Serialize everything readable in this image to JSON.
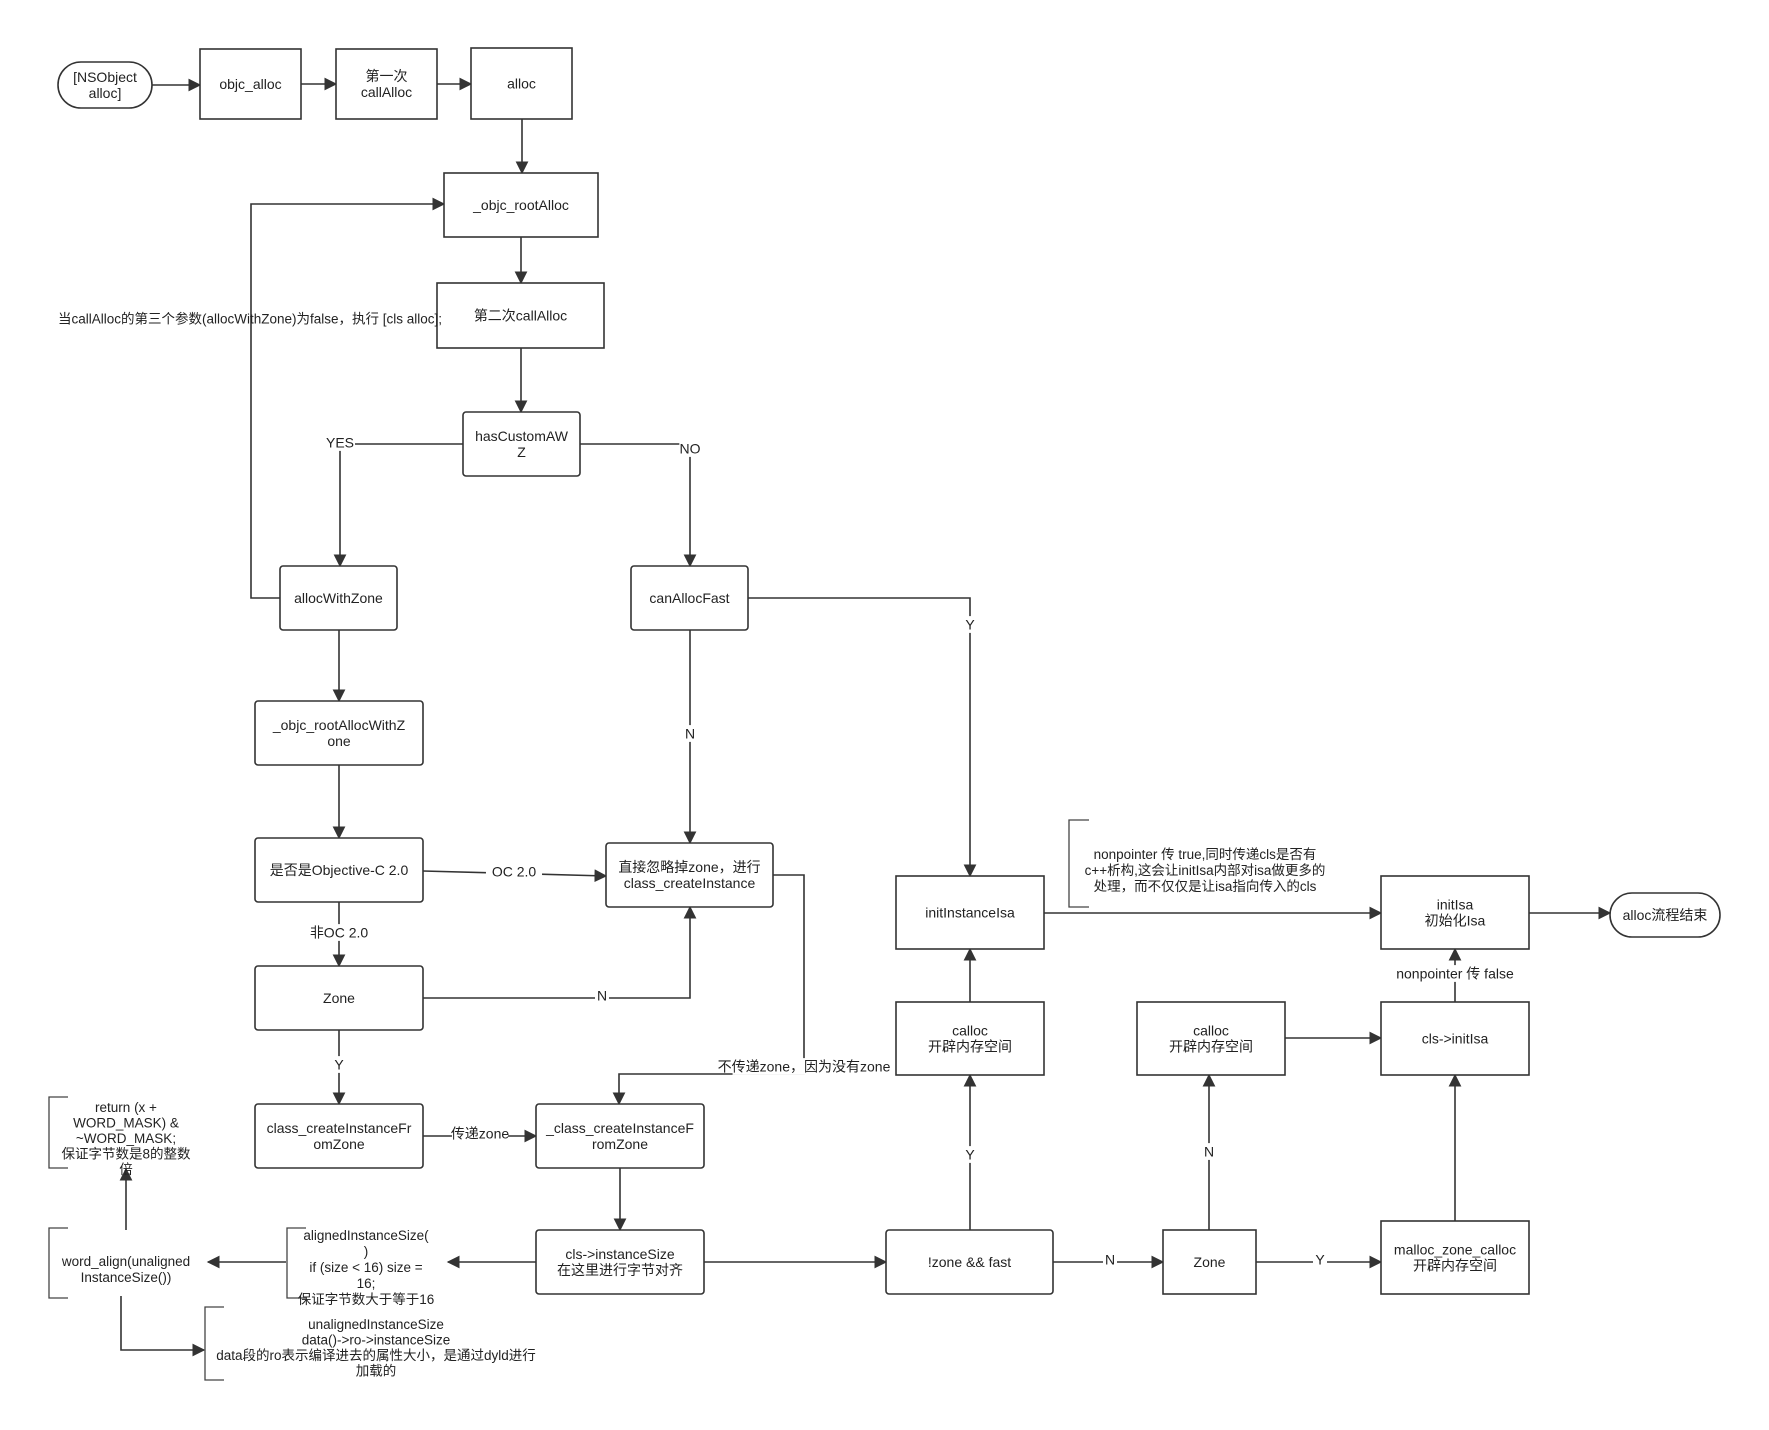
{
  "nodes": {
    "nsobject_alloc": {
      "lines": [
        "[NSObject",
        "alloc]"
      ]
    },
    "objc_alloc": {
      "lines": [
        "objc_alloc"
      ]
    },
    "first_callalloc": {
      "lines": [
        "第一次",
        "callAlloc"
      ]
    },
    "alloc": {
      "lines": [
        "alloc"
      ]
    },
    "objc_rootalloc": {
      "lines": [
        "_objc_rootAlloc"
      ]
    },
    "second_callalloc": {
      "lines": [
        "第二次callAlloc"
      ]
    },
    "hascustomawz": {
      "lines": [
        "hasCustomAW",
        "Z"
      ]
    },
    "allocwithzone": {
      "lines": [
        "allocWithZone"
      ]
    },
    "canallocfast": {
      "lines": [
        "canAllocFast"
      ]
    },
    "objc_rootallocwithzone": {
      "lines": [
        "_objc_rootAllocWithZ",
        "one"
      ]
    },
    "is_objc2": {
      "lines": [
        "是否是Objective-C 2.0"
      ]
    },
    "ignore_zone": {
      "lines": [
        "直接忽略掉zone，进行",
        "class_createInstance"
      ]
    },
    "zone_left": {
      "lines": [
        "Zone"
      ]
    },
    "class_createinstancefromzone": {
      "lines": [
        "class_createInstanceFr",
        "omZone"
      ]
    },
    "_class_createinstancefromzone": {
      "lines": [
        "_class_createInstanceF",
        "romZone"
      ]
    },
    "cls_instancesize": {
      "lines": [
        "cls->instanceSize",
        "在这里进行字节对齐"
      ]
    },
    "not_zone_fast": {
      "lines": [
        "!zone  &&  fast"
      ]
    },
    "zone_bottom": {
      "lines": [
        "Zone"
      ]
    },
    "malloc_zone_calloc": {
      "lines": [
        "malloc_zone_calloc",
        "开辟内存空间"
      ]
    },
    "calloc_mid": {
      "lines": [
        "calloc",
        "开辟内存空间"
      ]
    },
    "calloc_right": {
      "lines": [
        "calloc",
        "开辟内存空间"
      ]
    },
    "cls_initisa": {
      "lines": [
        "cls->initIsa"
      ]
    },
    "initinstanceisa": {
      "lines": [
        "initInstanceIsa"
      ]
    },
    "initisa": {
      "lines": [
        "initIsa",
        "初始化Isa"
      ]
    },
    "alloc_end": {
      "lines": [
        "alloc流程结束"
      ]
    }
  },
  "edge_labels": {
    "callalloc_note": "当callAlloc的第三个参数(allocWithZone)为false，执行 [cls alloc];",
    "yes": "YES",
    "no": "NO",
    "y_fast": "Y",
    "n_fast": "N",
    "oc20": "OC 2.0",
    "non_oc20": "非OC 2.0",
    "n_zone": "N",
    "y_zone": "Y",
    "pass_zone": "传递zone",
    "no_pass_zone": "不传递zone，因为没有zone",
    "y_calloc": "Y",
    "n_zone_bottom": "N",
    "n_calloc_right": "N",
    "y_malloc": "Y",
    "nonpointer_false": "nonpointer 传 false"
  },
  "notes": {
    "word_mask": [
      "return (x +",
      "WORD_MASK) &",
      "~WORD_MASK;",
      "保证字节数是8的整数",
      "倍"
    ],
    "word_align": [
      "word_align(unaligned",
      "InstanceSize())"
    ],
    "aligned_size": [
      "alignedInstanceSize(",
      ")",
      "if (size < 16) size =",
      "16;",
      "保证字节数大于等于16"
    ],
    "unaligned_size": [
      "unalignedInstanceSize",
      "data()->ro->instanceSize",
      "data段的ro表示编译进去的属性大小，是通过dyld进行",
      "加载的"
    ],
    "nonpointer_true": [
      "nonpointer 传 true,同时传递cls是否有",
      "c++析构,这会让initIsa内部对isa做更多的",
      "处理，而不仅仅是让isa指向传入的cls"
    ]
  }
}
